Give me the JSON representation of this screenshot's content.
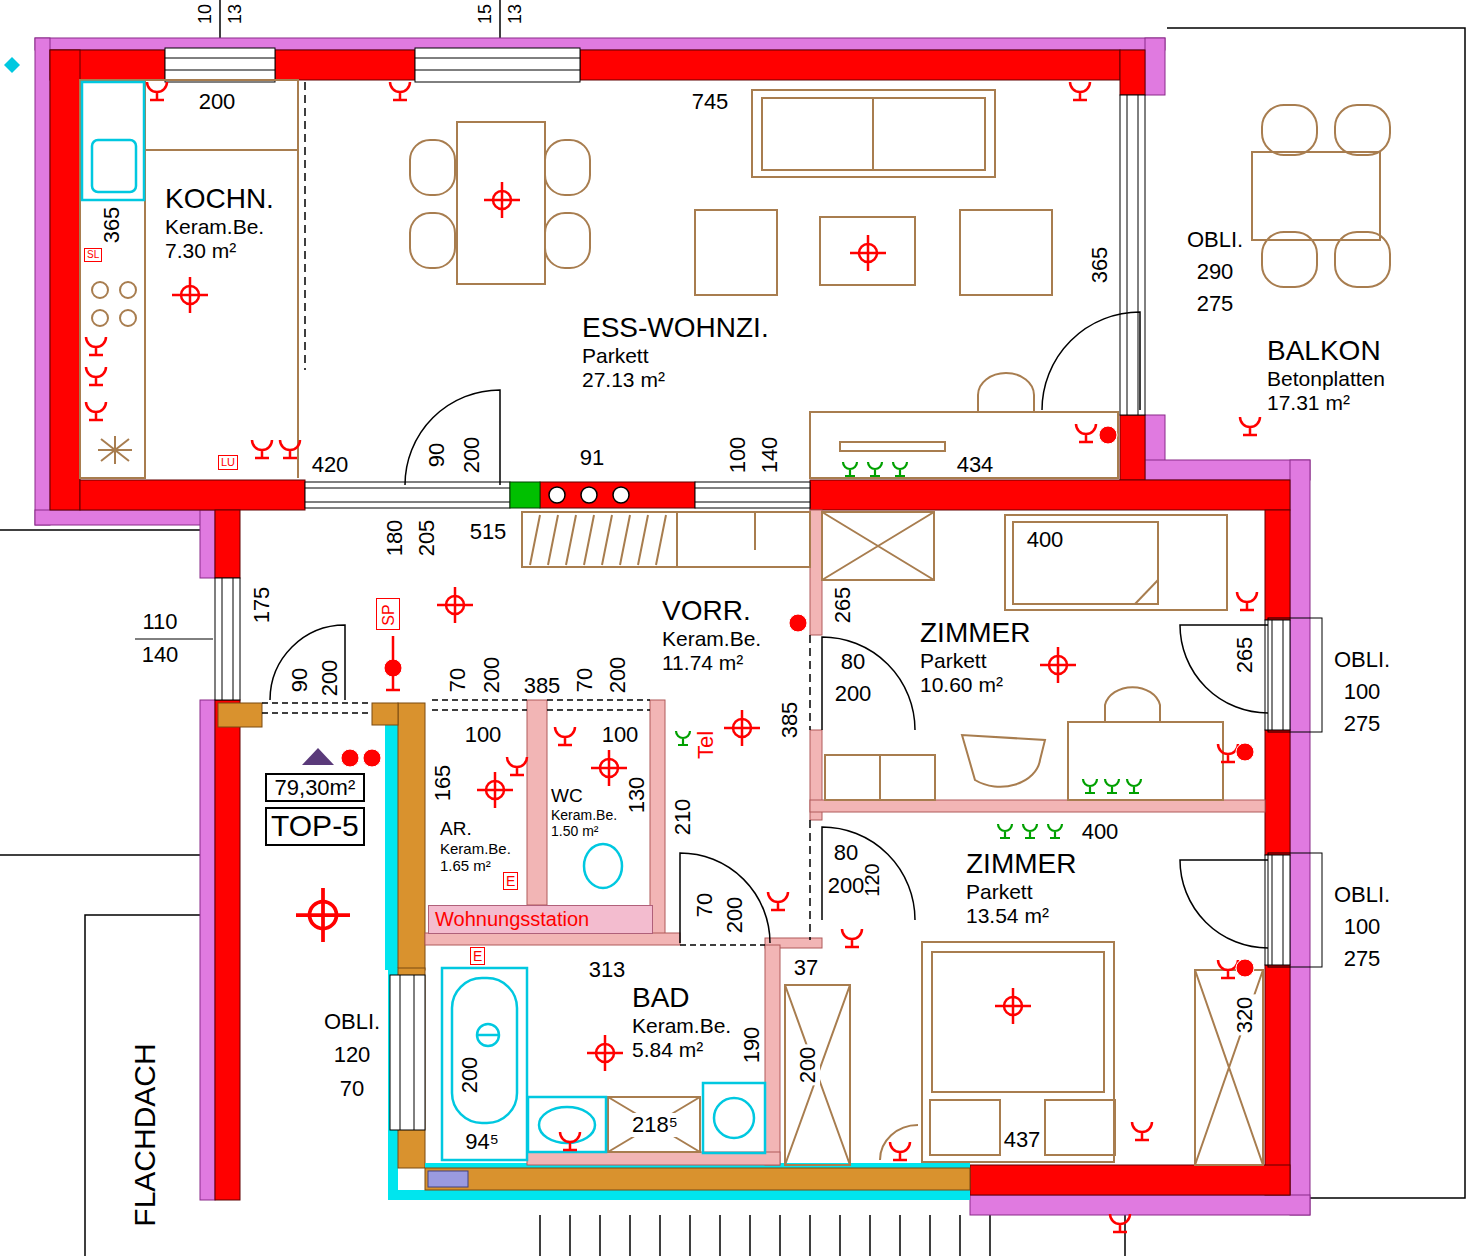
{
  "diagram": {
    "nodes": [
      {
        "text": [
          "KOCHN.",
          "Keram.Be.",
          "7.30 m²"
        ]
      },
      {
        "text": [
          "SL"
        ],
        "in": 0
      },
      {
        "text": [
          "LU"
        ],
        "in": 0
      },
      {
        "text": [
          "ESS-WOHNZI.",
          "Parkett",
          "27.13 m²"
        ]
      },
      {
        "text": [
          "BALKON",
          "Betonplatten",
          "17.31 m²"
        ]
      },
      {
        "text": [
          "VORR.",
          "Keram.Be.",
          "11.74 m²"
        ]
      },
      {
        "text": [
          "SP"
        ],
        "in": 5
      },
      {
        "text": [
          "ZIMMER",
          "Parkett",
          "10.60 m²"
        ]
      },
      {
        "text": [
          "79,30m²",
          "TOP-5"
        ]
      },
      {
        "text": [
          "AR.",
          "Keram.Be.",
          "1.65 m²"
        ]
      },
      {
        "text": [
          "E"
        ],
        "in": 9
      },
      {
        "text": [
          "WC",
          "Keram.Be.",
          "1.50 m²"
        ]
      },
      {
        "text": [
          "Wohnungsstation"
        ]
      },
      {
        "text": [
          "ZIMMER",
          "Parkett",
          "13.54 m²"
        ]
      },
      {
        "text": [
          "BAD",
          "Keram.Be.",
          "5.84 m²"
        ]
      },
      {
        "text": [
          "E"
        ],
        "in": 14
      }
    ],
    "labels": [
      "10",
      "13",
      "15",
      "13",
      "200",
      "745",
      "365",
      "OBLI.",
      "290",
      "275",
      "365",
      "420",
      "90",
      "200",
      "91",
      "100",
      "140",
      "434",
      "180",
      "205",
      "515",
      "175",
      "110",
      "140",
      "90",
      "200",
      "265",
      "80",
      "200",
      "400",
      "265",
      "OBLI.",
      "100",
      "275",
      "385",
      "70",
      "200",
      "385",
      "70",
      "200",
      "100",
      "100",
      "Tel",
      "165",
      "130",
      "210",
      "80",
      "120",
      "200",
      "400",
      "OBLI.",
      "100",
      "275",
      "70",
      "200",
      "313",
      "37",
      "320",
      "OBLI.",
      "120",
      "70",
      "190",
      "200",
      "200",
      "94⁵",
      "218⁵",
      "437",
      "FLACHDACH"
    ]
  }
}
